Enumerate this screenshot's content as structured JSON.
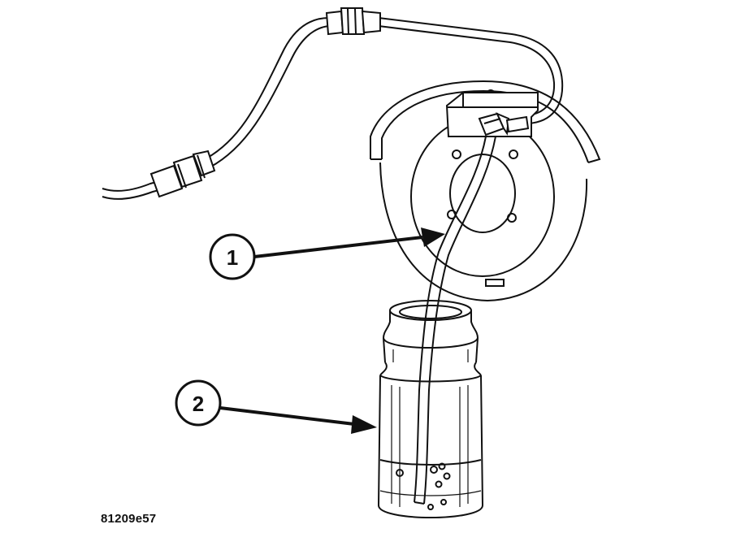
{
  "diagram": {
    "figure_id": "81209e57",
    "callouts": [
      {
        "number": "1"
      },
      {
        "number": "2"
      }
    ]
  },
  "colors": {
    "line": "#111111",
    "background": "#ffffff"
  }
}
